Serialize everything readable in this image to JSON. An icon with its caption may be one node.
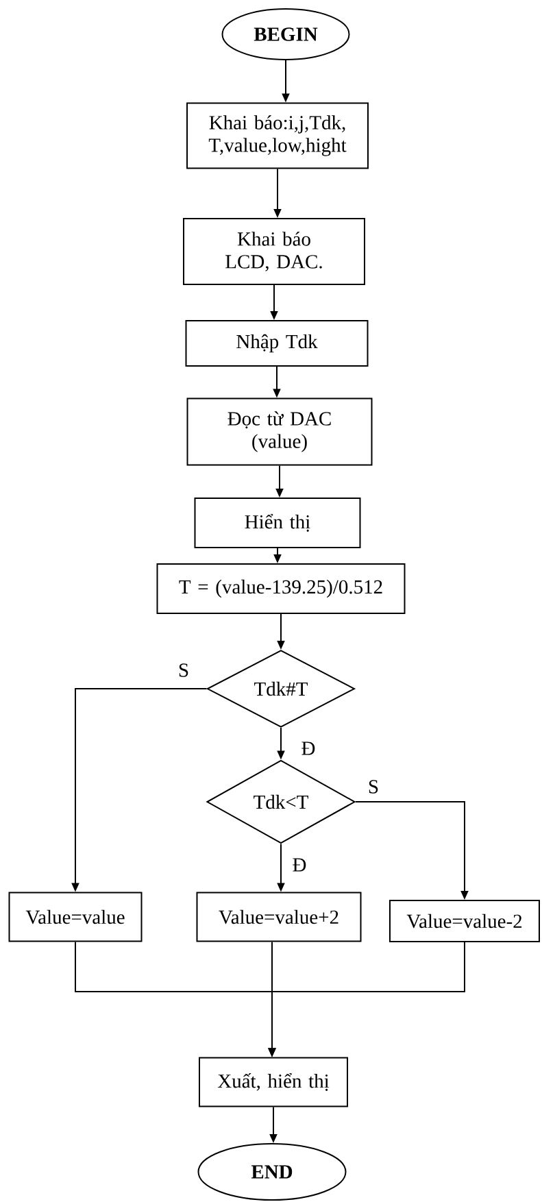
{
  "diagram": {
    "nodes": [
      {
        "text": [
          "BEGIN"
        ]
      },
      {
        "text": [
          "Khai báo:i,j,Tdk, T,value,low,hight"
        ]
      },
      {
        "text": [
          "Khai báo LCD, DAC."
        ]
      },
      {
        "text": [
          "Nhập Tdk"
        ]
      },
      {
        "text": [
          "Đọc từ DAC (value)"
        ]
      },
      {
        "text": [
          "Hiển thị"
        ]
      },
      {
        "text": [
          "T = (value-139.25)/0.512"
        ]
      },
      {
        "text": [
          "Tdk#T"
        ]
      },
      {
        "text": [
          "Tdk<T"
        ]
      },
      {
        "text": [
          "Value=value"
        ]
      },
      {
        "text": [
          "Value=value+2"
        ]
      },
      {
        "text": [
          "Value=value-2"
        ]
      },
      {
        "text": [
          "Xuất, hiển thị"
        ]
      },
      {
        "text": [
          "END"
        ]
      }
    ],
    "edges": [
      {
        "from": 0,
        "to": 1,
        "arrow": "to"
      },
      {
        "from": 1,
        "to": 2,
        "arrow": "to"
      },
      {
        "from": 2,
        "to": 3,
        "arrow": "to"
      },
      {
        "from": 3,
        "to": 4,
        "arrow": "to"
      },
      {
        "from": 4,
        "to": 5,
        "arrow": "to"
      },
      {
        "from": 5,
        "to": 6,
        "arrow": "to"
      },
      {
        "from": 6,
        "to": 7,
        "arrow": "to"
      },
      {
        "from": 7,
        "to": 9,
        "arrow": "to",
        "label": "S"
      },
      {
        "from": 7,
        "to": 8,
        "arrow": "to",
        "label": "Đ"
      },
      {
        "from": 8,
        "to": 10,
        "arrow": "to",
        "label": "Đ"
      },
      {
        "from": 8,
        "to": 11,
        "arrow": "to",
        "label": "S"
      },
      {
        "from": 9,
        "to": 12,
        "arrow": "to"
      },
      {
        "from": 10,
        "to": 12,
        "arrow": "to"
      },
      {
        "from": 11,
        "to": 12,
        "arrow": "to"
      },
      {
        "from": 12,
        "to": 13,
        "arrow": "to"
      }
    ]
  }
}
